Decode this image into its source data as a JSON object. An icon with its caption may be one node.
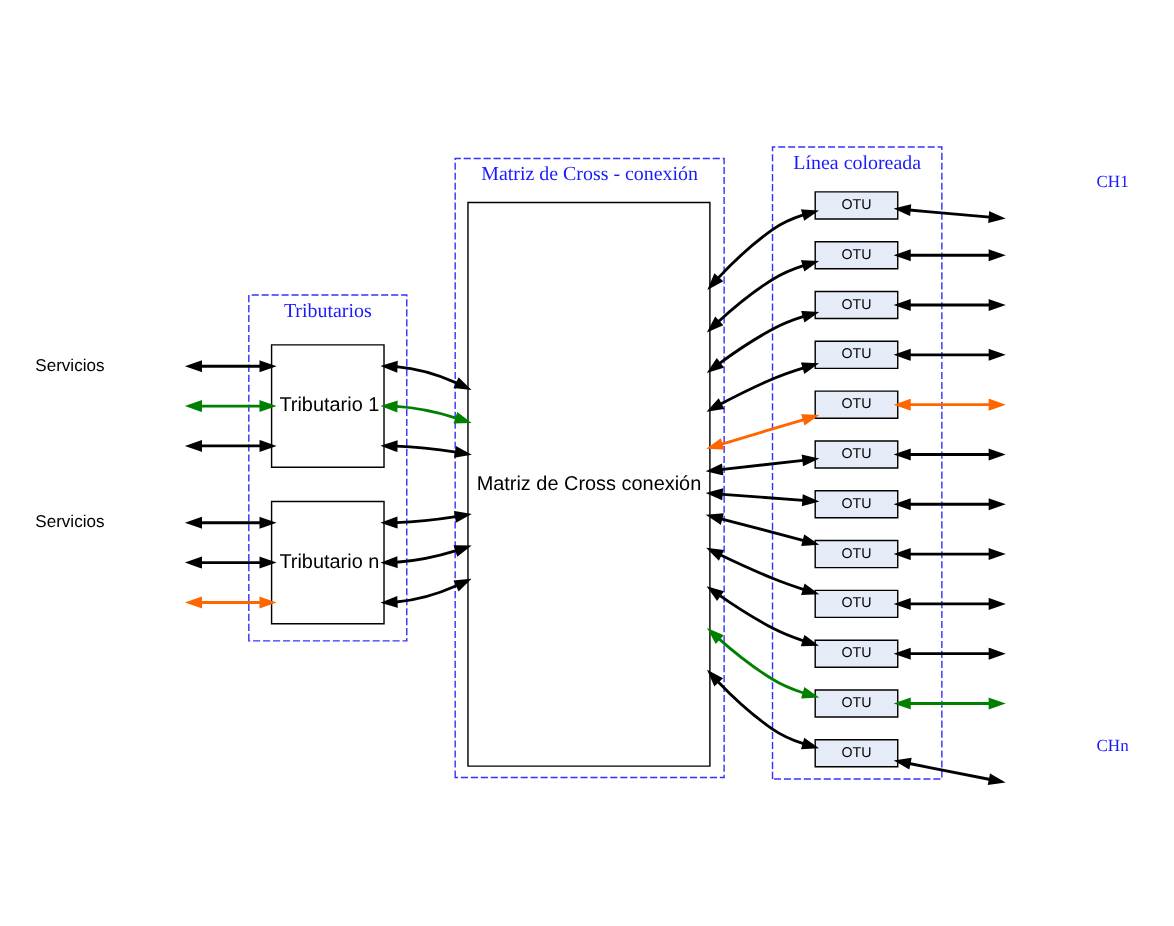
{
  "diagram": {
    "nodes": [
      {
        "text": [
          "Tributarios"
        ]
      },
      {
        "text": [
          "Matriz de Cross - conexión"
        ]
      },
      {
        "text": [
          "Línea coloreada"
        ]
      },
      {
        "text": [
          "Tributario 1"
        ],
        "in": 0
      },
      {
        "text": [
          "Tributario n"
        ],
        "in": 0
      },
      {
        "text": [
          "Matriz de Cross conexión"
        ],
        "in": 1
      },
      {
        "text": [
          "OTU"
        ],
        "in": 2
      },
      {
        "text": [
          "OTU"
        ],
        "in": 2
      },
      {
        "text": [
          "OTU"
        ],
        "in": 2
      },
      {
        "text": [
          "OTU"
        ],
        "in": 2
      },
      {
        "text": [
          "OTU"
        ],
        "in": 2
      },
      {
        "text": [
          "OTU"
        ],
        "in": 2
      },
      {
        "text": [
          "OTU"
        ],
        "in": 2
      },
      {
        "text": [
          "OTU"
        ],
        "in": 2
      },
      {
        "text": [
          "OTU"
        ],
        "in": 2
      },
      {
        "text": [
          "OTU"
        ],
        "in": 2
      },
      {
        "text": [
          "OTU"
        ],
        "in": 2
      },
      {
        "text": [
          "OTU"
        ],
        "in": 2
      }
    ],
    "edges": [
      {
        "from": null,
        "to": 3,
        "arrow": "both"
      },
      {
        "from": null,
        "to": 3,
        "arrow": "both",
        "color": "#008000"
      },
      {
        "from": null,
        "to": 3,
        "arrow": "both"
      },
      {
        "from": null,
        "to": 4,
        "arrow": "both"
      },
      {
        "from": null,
        "to": 4,
        "arrow": "both"
      },
      {
        "from": null,
        "to": 4,
        "arrow": "both",
        "color": "#ff6600"
      },
      {
        "from": 3,
        "to": 5,
        "arrow": "both"
      },
      {
        "from": 3,
        "to": 5,
        "arrow": "both",
        "color": "#008000"
      },
      {
        "from": 3,
        "to": 5,
        "arrow": "both"
      },
      {
        "from": 4,
        "to": 5,
        "arrow": "both"
      },
      {
        "from": 4,
        "to": 5,
        "arrow": "both"
      },
      {
        "from": 4,
        "to": 5,
        "arrow": "both"
      },
      {
        "from": 5,
        "to": 6,
        "arrow": "both"
      },
      {
        "from": 5,
        "to": 7,
        "arrow": "both"
      },
      {
        "from": 5,
        "to": 8,
        "arrow": "both"
      },
      {
        "from": 5,
        "to": 9,
        "arrow": "both"
      },
      {
        "from": 5,
        "to": 10,
        "arrow": "both",
        "color": "#ff6600"
      },
      {
        "from": 5,
        "to": 11,
        "arrow": "both"
      },
      {
        "from": 5,
        "to": 12,
        "arrow": "both"
      },
      {
        "from": 5,
        "to": 13,
        "arrow": "both"
      },
      {
        "from": 5,
        "to": 14,
        "arrow": "both"
      },
      {
        "from": 5,
        "to": 15,
        "arrow": "both"
      },
      {
        "from": 5,
        "to": 16,
        "arrow": "both",
        "color": "#008000"
      },
      {
        "from": 5,
        "to": 17,
        "arrow": "both"
      },
      {
        "from": 6,
        "to": null,
        "arrow": "both"
      },
      {
        "from": 7,
        "to": null,
        "arrow": "both"
      },
      {
        "from": 8,
        "to": null,
        "arrow": "both"
      },
      {
        "from": 9,
        "to": null,
        "arrow": "both"
      },
      {
        "from": 10,
        "to": null,
        "arrow": "both",
        "color": "#ff6600"
      },
      {
        "from": 11,
        "to": null,
        "arrow": "both"
      },
      {
        "from": 12,
        "to": null,
        "arrow": "both"
      },
      {
        "from": 13,
        "to": null,
        "arrow": "both"
      },
      {
        "from": 14,
        "to": null,
        "arrow": "both"
      },
      {
        "from": 15,
        "to": null,
        "arrow": "both"
      },
      {
        "from": 16,
        "to": null,
        "arrow": "both",
        "color": "#008000"
      },
      {
        "from": 17,
        "to": null,
        "arrow": "both"
      }
    ],
    "labels": [
      "Servicios",
      "Servicios",
      "CH1",
      "CHn"
    ]
  }
}
